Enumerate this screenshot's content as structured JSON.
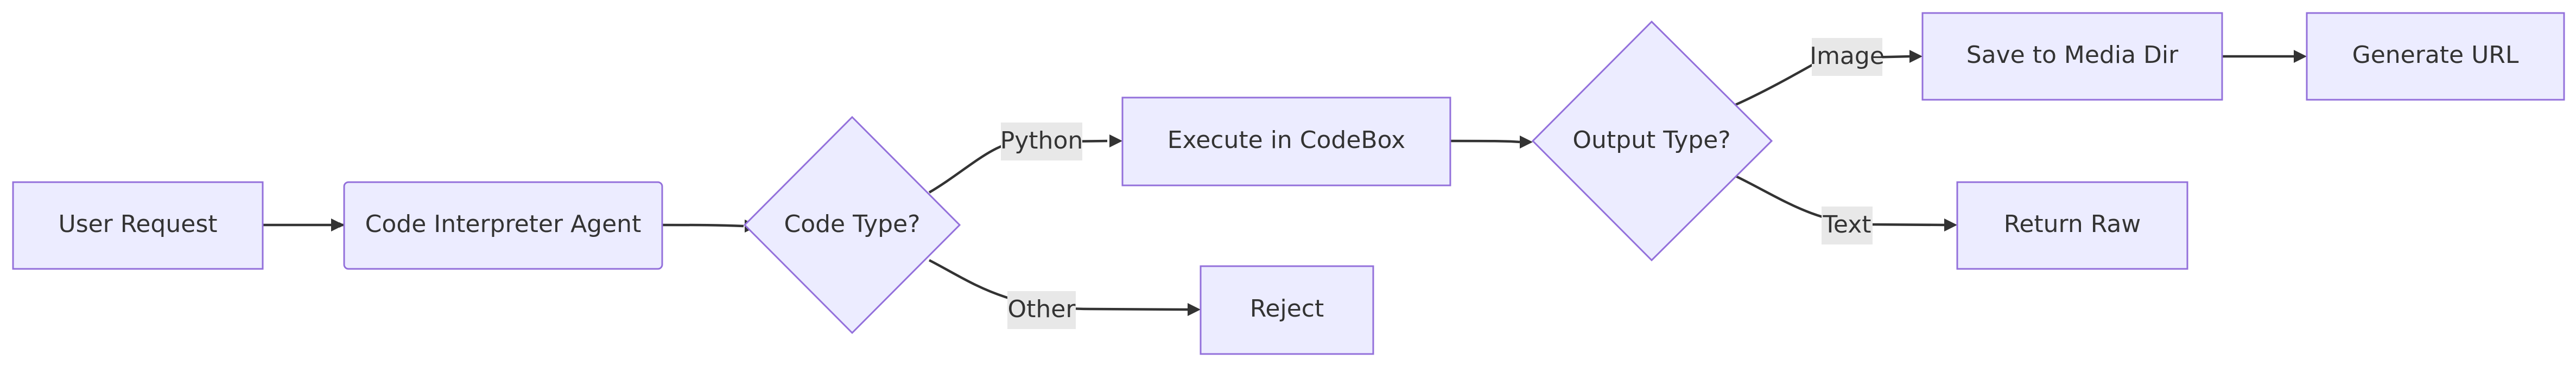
{
  "diagram": {
    "type": "flowchart",
    "direction": "left-to-right",
    "colors": {
      "node_fill": "#ECECFF",
      "node_stroke": "#9370DB",
      "edge": "#333333",
      "edge_label_bg": "#e8e8e8",
      "text": "#333333"
    },
    "nodes": {
      "user_request": "User Request",
      "agent": "Code Interpreter Agent",
      "code_type": "Code Type?",
      "execute": "Execute in CodeBox",
      "reject": "Reject",
      "output_type": "Output Type?",
      "save_media": "Save to Media Dir",
      "return_raw": "Return Raw",
      "generate_url": "Generate URL"
    },
    "edges": [
      {
        "from": "User Request",
        "to": "Code Interpreter Agent",
        "label": ""
      },
      {
        "from": "Code Interpreter Agent",
        "to": "Code Type?",
        "label": ""
      },
      {
        "from": "Code Type?",
        "to": "Execute in CodeBox",
        "label": "Python"
      },
      {
        "from": "Code Type?",
        "to": "Reject",
        "label": "Other"
      },
      {
        "from": "Execute in CodeBox",
        "to": "Output Type?",
        "label": ""
      },
      {
        "from": "Output Type?",
        "to": "Save to Media Dir",
        "label": "Image"
      },
      {
        "from": "Output Type?",
        "to": "Return Raw",
        "label": "Text"
      },
      {
        "from": "Save to Media Dir",
        "to": "Generate URL",
        "label": ""
      }
    ],
    "edge_labels": {
      "python": "Python",
      "other": "Other",
      "image": "Image",
      "text": "Text"
    }
  }
}
